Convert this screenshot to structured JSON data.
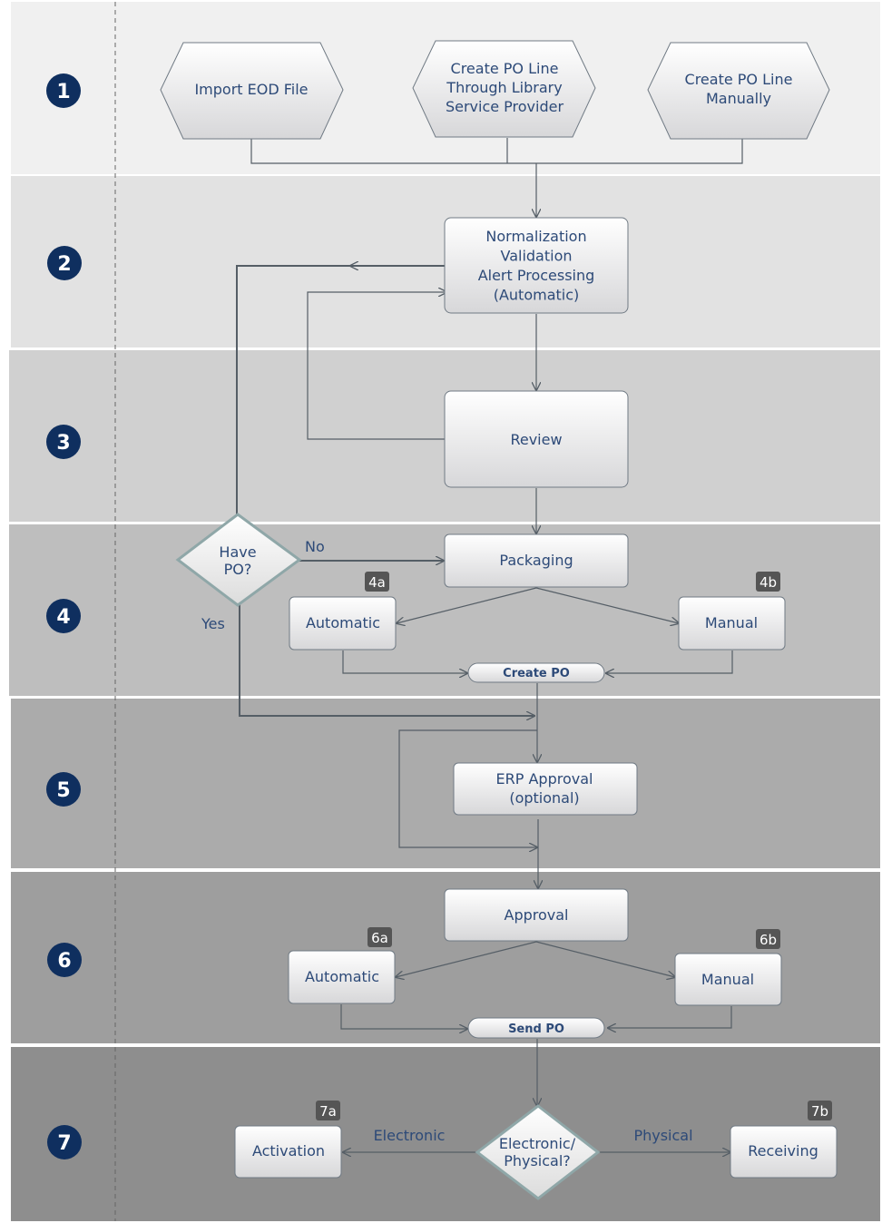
{
  "colors": {
    "lane_1": "#f0f0f0",
    "lane_2": "#e2e2e2",
    "lane_3": "#d0d0d0",
    "lane_4": "#bebebe",
    "lane_5": "#ababab",
    "lane_6": "#9e9e9e",
    "lane_7": "#8e8e8e",
    "number_circle": "#0f2f5f",
    "text": "#2d4a78",
    "tag_bg": "#555555"
  },
  "lanes": [
    {
      "number": "1"
    },
    {
      "number": "2"
    },
    {
      "number": "3"
    },
    {
      "number": "4"
    },
    {
      "number": "5"
    },
    {
      "number": "6"
    },
    {
      "number": "7"
    }
  ],
  "nodes": {
    "import_eod": [
      "Import EOD File"
    ],
    "create_po_library": [
      "Create PO Line",
      "Through Library",
      "Service Provider"
    ],
    "create_po_manual": [
      "Create PO Line",
      "Manually"
    ],
    "normalization": [
      "Normalization",
      "Validation",
      "Alert Processing",
      "(Automatic)"
    ],
    "review": [
      "Review"
    ],
    "have_po": [
      "Have",
      "PO?"
    ],
    "packaging": [
      "Packaging"
    ],
    "automatic_4": [
      "Automatic"
    ],
    "manual_4": [
      "Manual"
    ],
    "create_po": [
      "Create PO"
    ],
    "erp_approval": [
      "ERP Approval",
      "(optional)"
    ],
    "approval": [
      "Approval"
    ],
    "automatic_6": [
      "Automatic"
    ],
    "manual_6": [
      "Manual"
    ],
    "send_po": [
      "Send PO"
    ],
    "activation": [
      "Activation"
    ],
    "electronic_physical": [
      "Electronic/",
      "Physical?"
    ],
    "receiving": [
      "Receiving"
    ]
  },
  "tags": {
    "tag_4a": "4a",
    "tag_4b": "4b",
    "tag_6a": "6a",
    "tag_6b": "6b",
    "tag_7a": "7a",
    "tag_7b": "7b"
  },
  "edge_labels": {
    "no": "No",
    "yes": "Yes",
    "electronic": "Electronic",
    "physical": "Physical"
  }
}
